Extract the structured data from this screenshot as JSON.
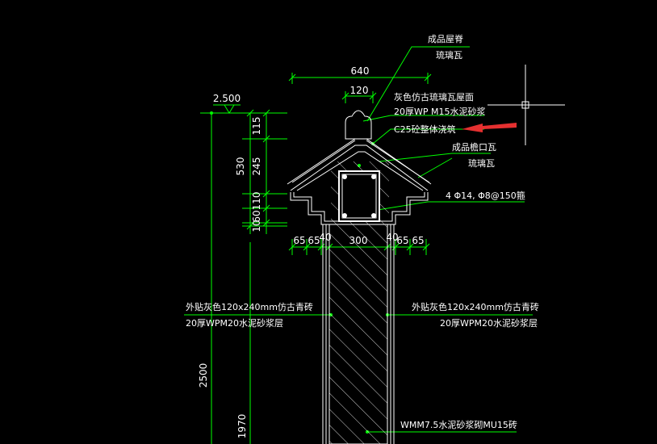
{
  "colors": {
    "background": "#000000",
    "dimension_line": "#00ff00",
    "outline": "#ffffff",
    "annotation_arrow": "#e53030",
    "cursor": "#ffffff"
  },
  "dimensions": {
    "top_width": "640",
    "ridge_width": "120",
    "elevation": "2.500",
    "h_total": "530",
    "h_115": "115",
    "h_245": "245",
    "h_110": "110",
    "h_60": "60",
    "h_10": "10",
    "w_65_a": "65",
    "w_65_b": "65",
    "w_40_a": "40",
    "w_300": "300",
    "w_40_b": "40",
    "w_65_c": "65",
    "w_65_d": "65",
    "h_2500": "2500",
    "h_1970": "1970"
  },
  "labels": {
    "ridge_tile": "成品屋脊",
    "glazed_tile_1": "琉璃瓦",
    "roof_surface": "灰色仿古琉璃瓦屋面",
    "mortar_layer": "20厚WP  M15水泥砂浆",
    "concrete": "C25砼整体浇筑",
    "eave_tile": "成品檐口瓦",
    "glazed_tile_2": "琉璃瓦",
    "rebar": "4 Φ14, Φ8@150箍",
    "left_finish_1": "外贴灰色120x240mm仿古青砖",
    "left_finish_2": "20厚WPM20水泥砂浆层",
    "right_finish_1": "外贴灰色120x240mm仿古青砖",
    "right_finish_2": "20厚WPM20水泥砂浆层",
    "masonry": "WMM7.5水泥砂浆砌MU15砖"
  }
}
